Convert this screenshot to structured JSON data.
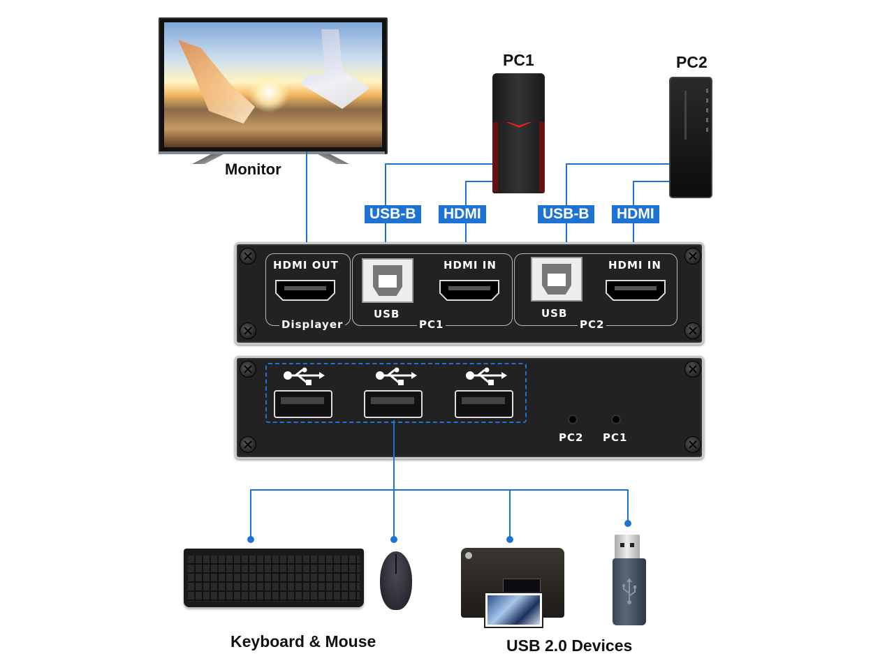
{
  "labels": {
    "monitor": "Monitor",
    "pc1": "PC1",
    "pc2": "PC2",
    "keyboard_mouse": "Keyboard & Mouse",
    "usb_devices": "USB 2.0 Devices"
  },
  "cable_tags": [
    {
      "label": "USB-B",
      "target": "PC1"
    },
    {
      "label": "HDMI",
      "target": "PC1"
    },
    {
      "label": "USB-B",
      "target": "PC2"
    },
    {
      "label": "HDMI",
      "target": "PC2"
    }
  ],
  "back_panel": {
    "displayer": {
      "port_label": "HDMI OUT",
      "group_label": "Displayer"
    },
    "pc1": {
      "usb_label": "USB",
      "hdmi_label": "HDMI IN",
      "group_label": "PC1"
    },
    "pc2": {
      "usb_label": "USB",
      "hdmi_label": "HDMI IN",
      "group_label": "PC2"
    }
  },
  "front_panel": {
    "usb_ports": 3,
    "switch_labels": [
      "PC2",
      "PC1"
    ]
  },
  "devices": [
    "keyboard",
    "mouse",
    "printer",
    "usb-flash-drive"
  ],
  "colors": {
    "wire": "#1e73d2",
    "panel": "#222222",
    "text": "#111111"
  }
}
